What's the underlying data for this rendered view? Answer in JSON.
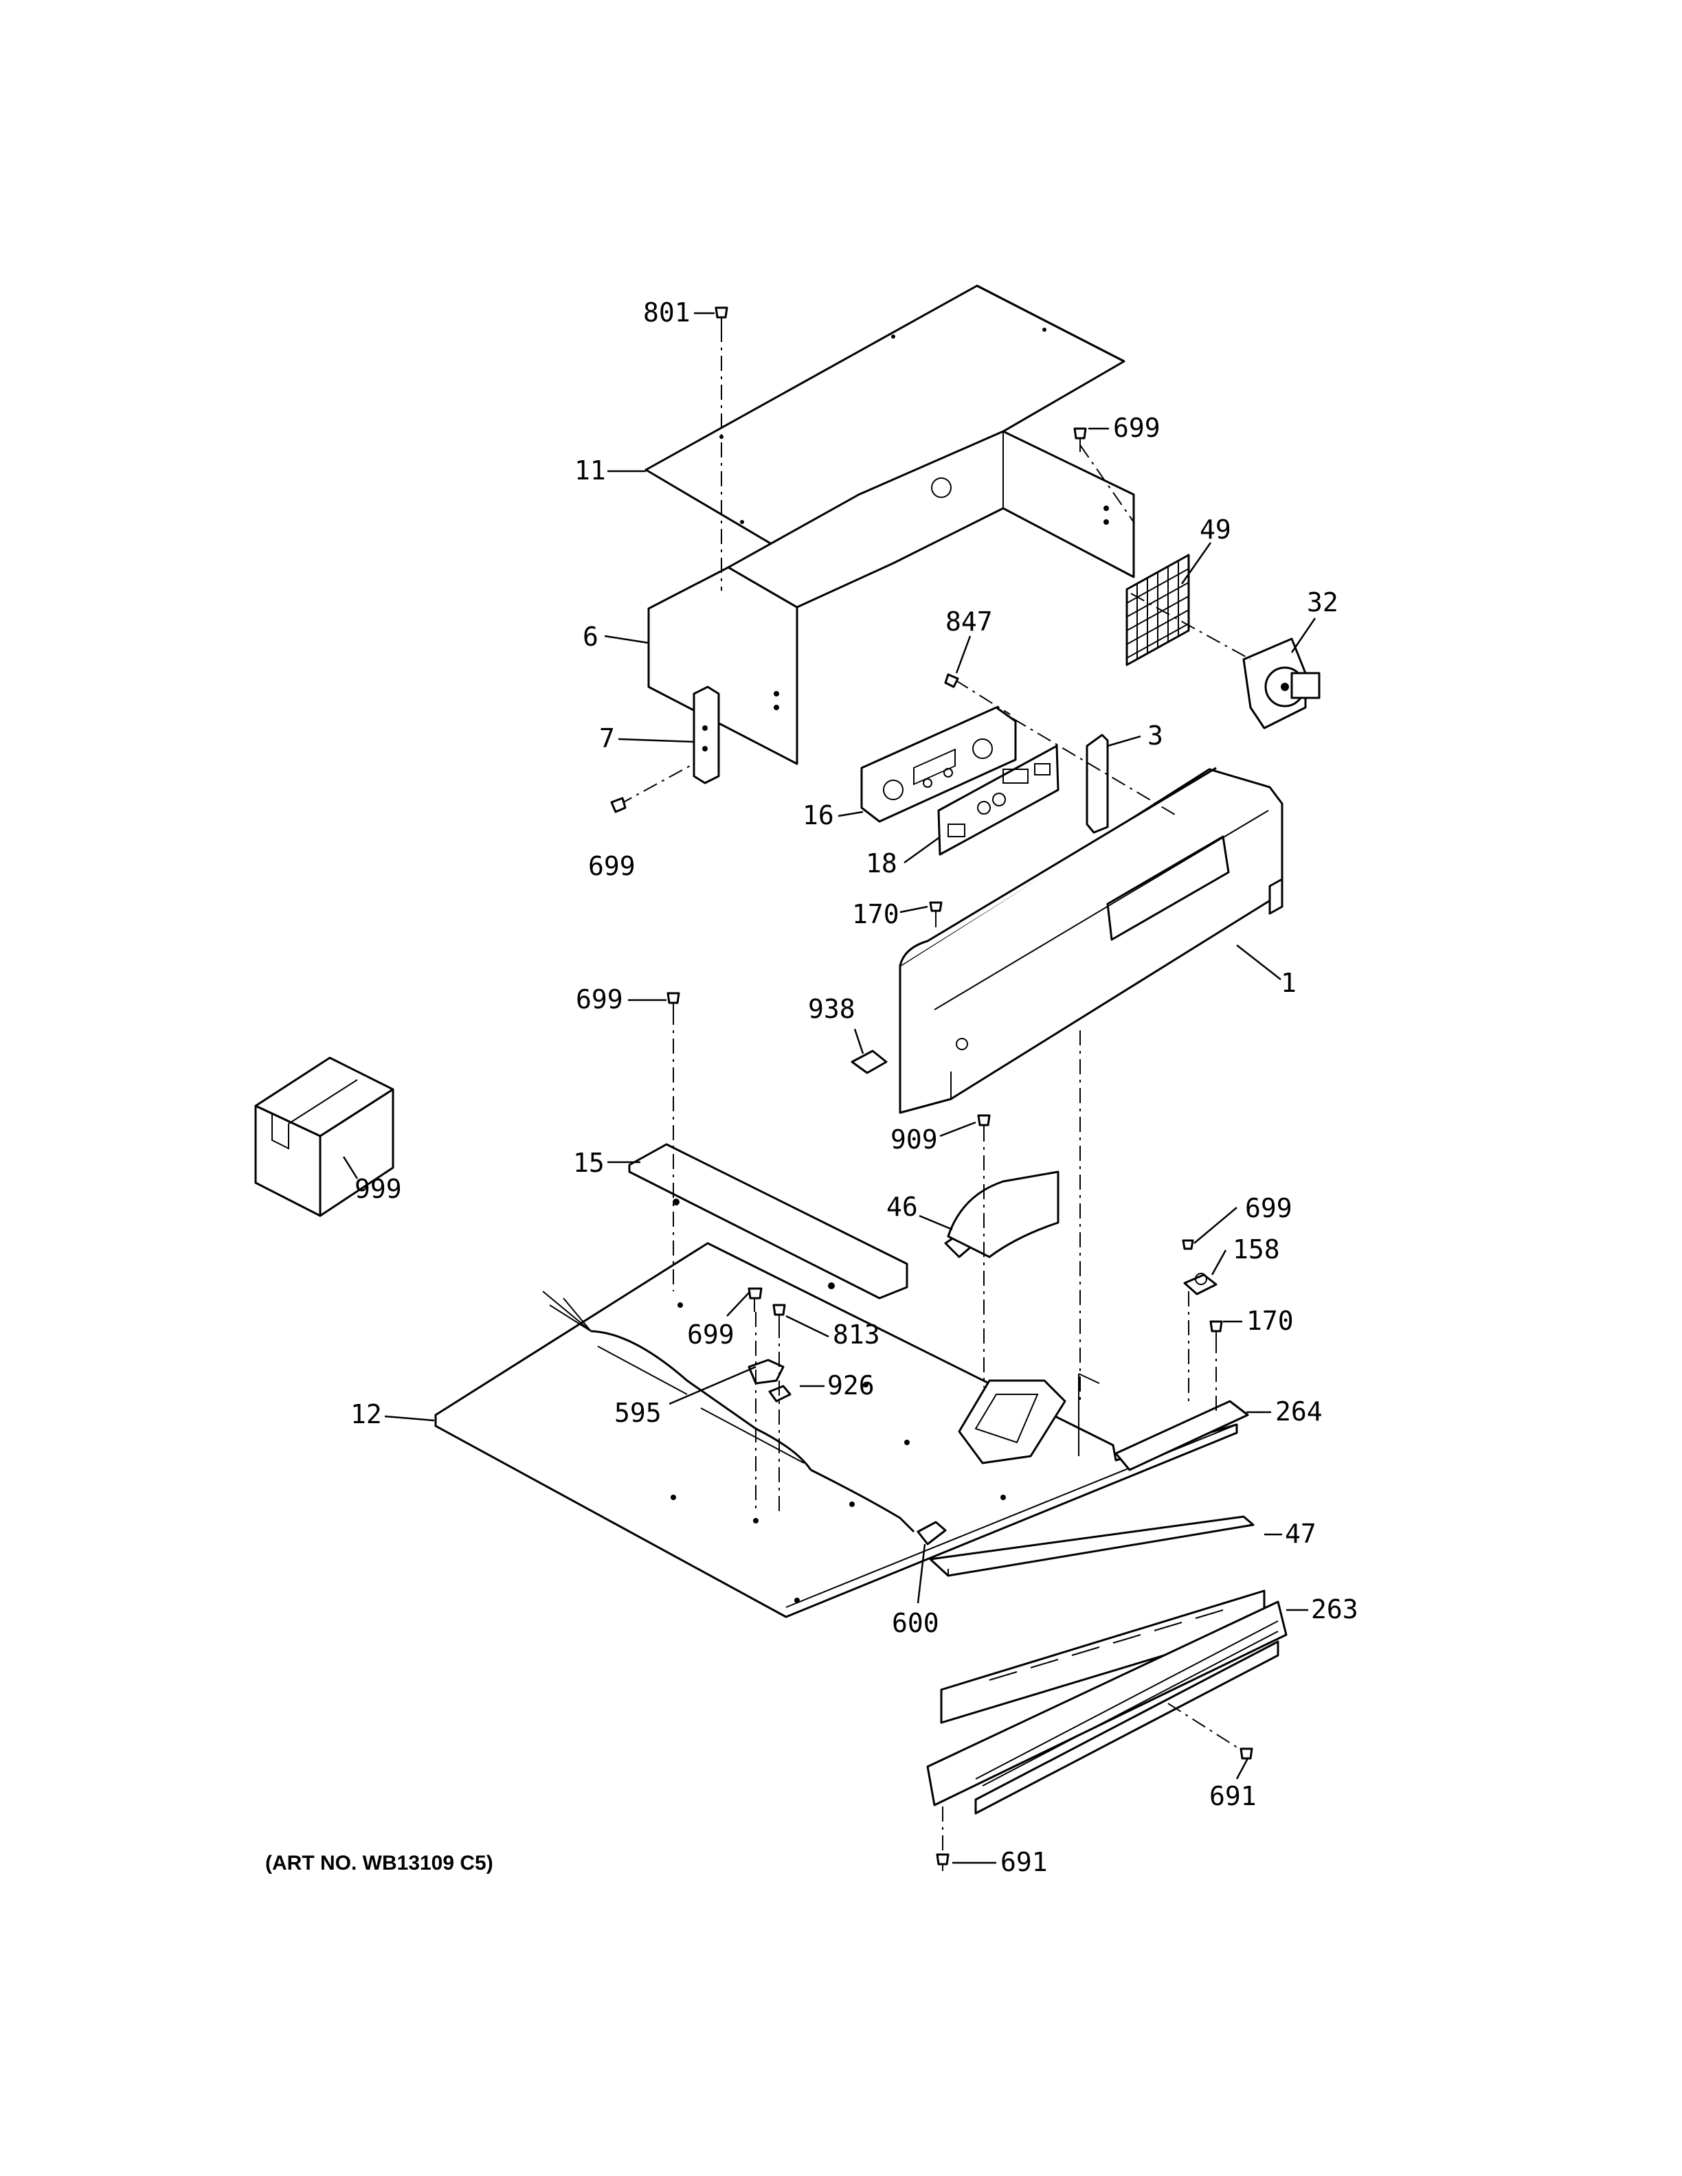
{
  "diagram": {
    "art_number": "(ART NO. WB13109 C5)",
    "callouts": {
      "c801": "801",
      "c11": "11",
      "c699a": "699",
      "c49": "49",
      "c32": "32",
      "c6": "6",
      "c847": "847",
      "c3": "3",
      "c7": "7",
      "c16": "16",
      "c18": "18",
      "c699b": "699",
      "c170a": "170",
      "c1": "1",
      "c699c": "699",
      "c938": "938",
      "c999": "999",
      "c909": "909",
      "c15": "15",
      "c46": "46",
      "c699d": "699",
      "c158": "158",
      "c699e": "699",
      "c813": "813",
      "c170b": "170",
      "c926": "926",
      "c595": "595",
      "c12": "12",
      "c264": "264",
      "c47": "47",
      "c600": "600",
      "c263": "263",
      "c691a": "691",
      "c691b": "691"
    }
  }
}
